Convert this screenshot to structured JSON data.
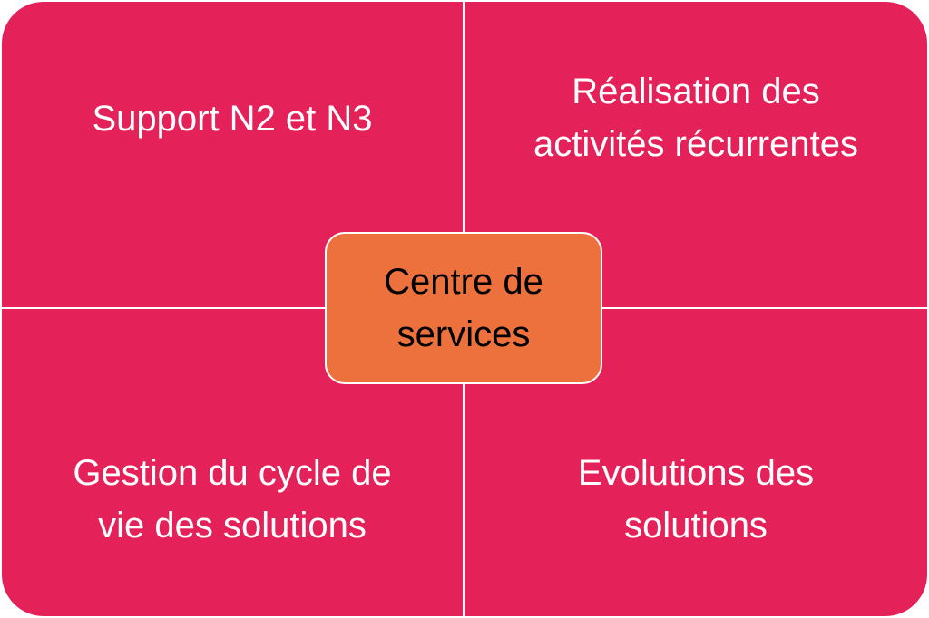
{
  "colors": {
    "quadrant_fill": "#e5215a",
    "quadrant_text": "#ffffff",
    "center_fill": "#ed713c",
    "center_text": "#000000",
    "divider": "#ffffff"
  },
  "quadrants": {
    "top_left": {
      "label": "Support N2 et N3"
    },
    "top_right": {
      "label": "Réalisation des\nactivités récurrentes"
    },
    "bottom_left": {
      "label": "Gestion du cycle de\nvie des solutions"
    },
    "bottom_right": {
      "label": "Evolutions des\nsolutions"
    }
  },
  "center": {
    "label": "Centre de\nservices"
  }
}
